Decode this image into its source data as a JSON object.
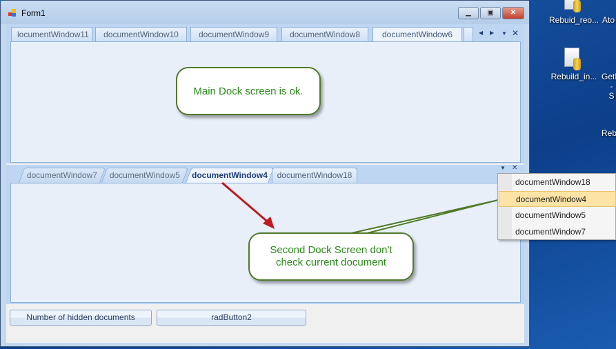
{
  "window": {
    "title": "Form1",
    "minimize": "▁",
    "maximize": "▣",
    "close": "✕"
  },
  "top_dock": {
    "tabs": [
      "locumentWindow11",
      "documentWindow10",
      "documentWindow9",
      "documentWindow8",
      "documentWindow6"
    ],
    "nav": {
      "left": "◀",
      "right": "▶",
      "menu": "▼",
      "close": "✕"
    }
  },
  "bottom_dock": {
    "tabs": [
      "documentWindow7",
      "documentWindow5",
      "documentWindow4",
      "documentWindow18"
    ],
    "selected": "documentWindow4",
    "menu": "▼",
    "close": "✕"
  },
  "dropdown": {
    "items": [
      "documentWindow18",
      "documentWindow4",
      "documentWindow5",
      "documentWindow7"
    ],
    "highlighted": "documentWindow4"
  },
  "callouts": {
    "main": "Main Dock screen is ok.",
    "second": "Second Dock Screen don't check current document"
  },
  "buttons": {
    "hidden_docs": "Number of hidden documents",
    "rad2": "radButton2"
  },
  "desktop": {
    "icons": [
      "Rebuid_reo...",
      "Ato",
      "Rebuild_in...",
      "GetF",
      "- S",
      "Reb"
    ]
  },
  "colors": {
    "arrow": "#c0181c",
    "callout_text": "#2b8a1a",
    "highlight": "#fde3a5"
  }
}
